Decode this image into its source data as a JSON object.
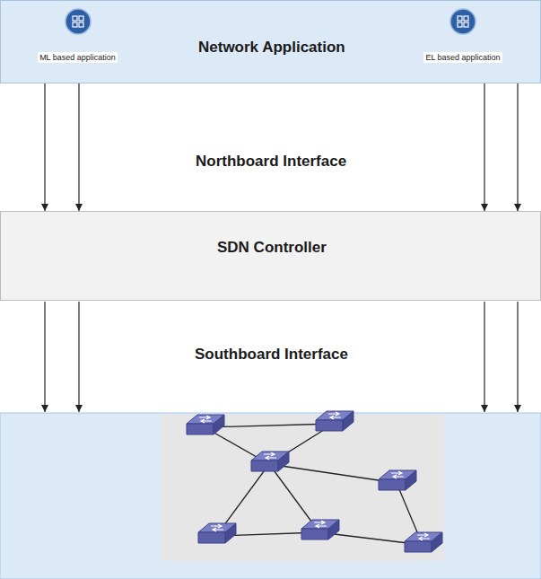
{
  "diagram": {
    "nodes": [
      {
        "text": [
          "Network Application"
        ]
      },
      {
        "text": [
          "ML based application"
        ],
        "in": 0
      },
      {
        "text": [
          "EL based application"
        ],
        "in": 0
      },
      {
        "text": [
          "SDN Controller"
        ]
      }
    ],
    "edges": [
      {
        "from": 0,
        "to": 3,
        "arrow": "to"
      },
      {
        "from": 0,
        "to": 3,
        "arrow": "to"
      },
      {
        "from": 0,
        "to": 3,
        "arrow": "to"
      },
      {
        "from": 0,
        "to": 3,
        "arrow": "to"
      }
    ],
    "labels": [
      "Northboard Interface",
      "Southboard Interface"
    ]
  }
}
